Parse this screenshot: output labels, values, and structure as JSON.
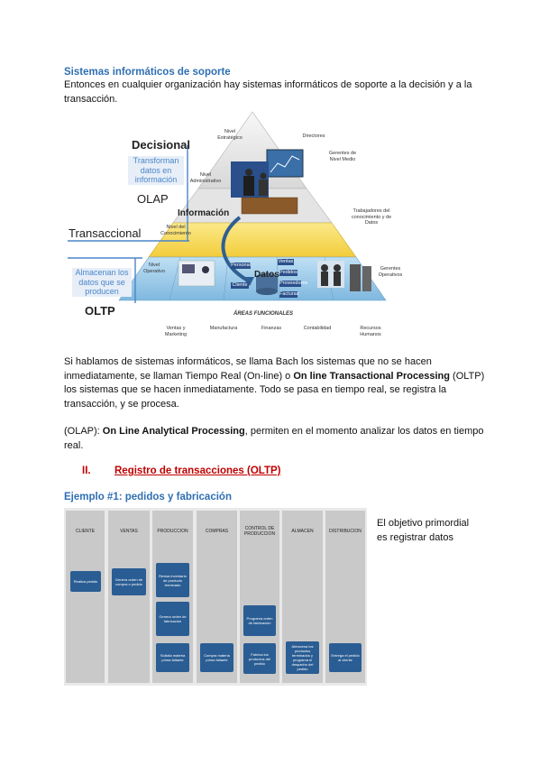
{
  "section1": {
    "heading": "Sistemas informáticos de soporte",
    "intro_line1": "Entonces en cualquier organización hay sistemas informáticos de soporte a la decisión y a la",
    "intro_line2": "transacción."
  },
  "pyramid": {
    "decisional": "Decisional",
    "transforman": [
      "Transforman",
      "datos en",
      "información"
    ],
    "olap": "OLAP",
    "informacion": "Información",
    "transaccional": "Transaccional",
    "almacenan": [
      "Almacenan los",
      "datos que se",
      "producen"
    ],
    "oltp": "OLTP",
    "datos": "Datos",
    "nivel_estrategico": "Nivel Estratégico",
    "directores": "Directores",
    "nivel_administrativo": "Nivel Administrativo",
    "gerentes_nivel_medio": "Gerentes de Nivel Medio",
    "nivel_conocimiento": "Nivel del Conocimiento",
    "trabajadores": "Trabajadores del conocimiento y de Datos",
    "nivel_operativo": "Nivel Operativo",
    "gerentes_operativos": "Gerentes Operativos",
    "areas_funcionales": "ÁREAS FUNCIONALES",
    "areas": [
      "Ventas y Marketing",
      "Manufactura",
      "Finanzas",
      "Contabilidad",
      "Recursos Humanos"
    ],
    "folders": [
      "Personal",
      "Ventas",
      "Pedidos",
      "Cliente",
      "Proveedores",
      "Facturas"
    ]
  },
  "section2": {
    "p1_line1": "Si hablamos de sistemas informáticos, se llama Bach los sistemas que no se hacen",
    "p1_line2_a": "inmediatamente, se llaman Tiempo Real (On-line) o ",
    "p1_line2_b": "On line Transactional Processing",
    "p1_line2_c": " (OLTP)",
    "p1_line3": "los sistemas que se hacen inmediatamente. Todo se pasa en tiempo real, se registra la",
    "p1_line4": "transacción, y se procesa.",
    "p2_a": "(OLAP): ",
    "p2_b": "On Line Analytical Processing",
    "p2_c": ", permiten en el momento analizar los datos en tiempo",
    "p2_line2": "real."
  },
  "section3": {
    "numeral": "II.",
    "title": "Registro de transacciones (OLTP)",
    "example_heading": "Ejemplo #1: pedidos y fabricación",
    "side_note_line1": "El objetivo primordial",
    "side_note_line2": "es registrar datos"
  },
  "process": {
    "lanes": [
      "CLIENTE",
      "VENTAS",
      "PRODUCCION",
      "COMPRAS",
      "CONTROL DE PRODUCCION",
      "ALMACEN",
      "DISTRIBUCION"
    ],
    "boxes": {
      "cliente": "Realiza pedido",
      "ventas": "Genera orden de compra o pedido",
      "prod1": "Revisa inventario de producto terminado",
      "prod2": "Genera orden de fabricación",
      "prod3": "Solicita materia prima faltante",
      "compras": "Compra materia prima faltante",
      "control1": "Programa orden de fabricación",
      "control2": "Fabrica los productos del pedido",
      "almacen": "Almacena los productos terminados y programa el despacho del pedido",
      "distrib": "Entrega el pedido al cliente"
    }
  },
  "colors": {
    "heading_blue": "#2f6fb3",
    "red": "#c00000",
    "process_box": "#2a5d93"
  }
}
